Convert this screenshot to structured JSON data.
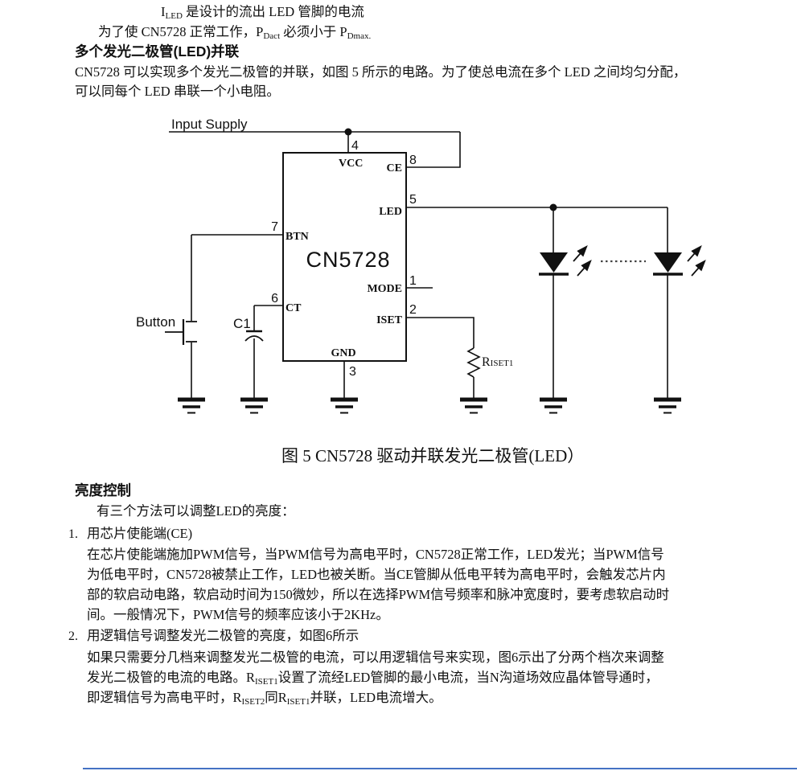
{
  "intro": {
    "line1": {
      "pre": "I",
      "sub": "LED",
      "post": " 是设计的流出 LED 管脚的电流"
    },
    "line2": {
      "p1": "为了使 CN5728 正常工作，P",
      "sub1": "Dact",
      "p2": " 必须小于 P",
      "sub2": "Dmax."
    }
  },
  "section1": {
    "heading": "多个发光二极管(LED)并联",
    "line1": "CN5728 可以实现多个发光二极管的并联，如图 5 所示的电路。为了使总电流在多个 LED 之间均匀分配，",
    "line2": "可以同每个 LED 串联一个小电阻。"
  },
  "circuit": {
    "supply_label": "Input Supply",
    "chip_name": "CN5728",
    "button_label": "Button",
    "cap_label": "C1",
    "resistor_label": {
      "base": "R",
      "sub": "ISET1"
    },
    "pins": {
      "vcc": {
        "num": "4",
        "name": "VCC"
      },
      "ce": {
        "num": "8",
        "name": "CE"
      },
      "led": {
        "num": "5",
        "name": "LED"
      },
      "mode": {
        "num": "1",
        "name": "MODE"
      },
      "iset": {
        "num": "2",
        "name": "ISET"
      },
      "btn": {
        "num": "7",
        "name": "BTN"
      },
      "ct": {
        "num": "6",
        "name": "CT"
      },
      "gnd": {
        "num": "3",
        "name": "GND"
      }
    }
  },
  "figure": {
    "caption": "图 5   CN5728 驱动并联发光二极管(LED）"
  },
  "section2": {
    "heading": "亮度控制",
    "intro": "有三个方法可以调整LED的亮度：",
    "item1": {
      "num": "1.",
      "title": "用芯片使能端(CE)",
      "line1": "在芯片使能端施加PWM信号，当PWM信号为高电平时，CN5728正常工作，LED发光；当PWM信号",
      "line2": "为低电平时，CN5728被禁止工作，LED也被关断。当CE管脚从低电平转为高电平时，会触发芯片内",
      "line3": "部的软启动电路，软启动时间为150微妙，所以在选择PWM信号频率和脉冲宽度时，要考虑软启动时",
      "line4": "间。一般情况下，PWM信号的频率应该小于2KHz。"
    },
    "item2": {
      "num": "2.",
      "title": "用逻辑信号调整发光二极管的亮度，如图6所示",
      "line1": "如果只需要分几档来调整发光二极管的电流，可以用逻辑信号来实现，图6示出了分两个档次来调整",
      "line2": {
        "a": "发光二极管的电流的电路。R",
        "sub": "ISET1",
        "b": "设置了流经LED管脚的最小电流，当N沟道场效应晶体管导通时，"
      },
      "line3": {
        "a": "即逻辑信号为高电平时，R",
        "sub1": "ISET2",
        "b": "同R",
        "sub2": "ISET1",
        "c": "并联，LED电流增大。"
      }
    }
  },
  "colors": {
    "bottom_rule": "#4472c4",
    "ink": "#111111"
  }
}
